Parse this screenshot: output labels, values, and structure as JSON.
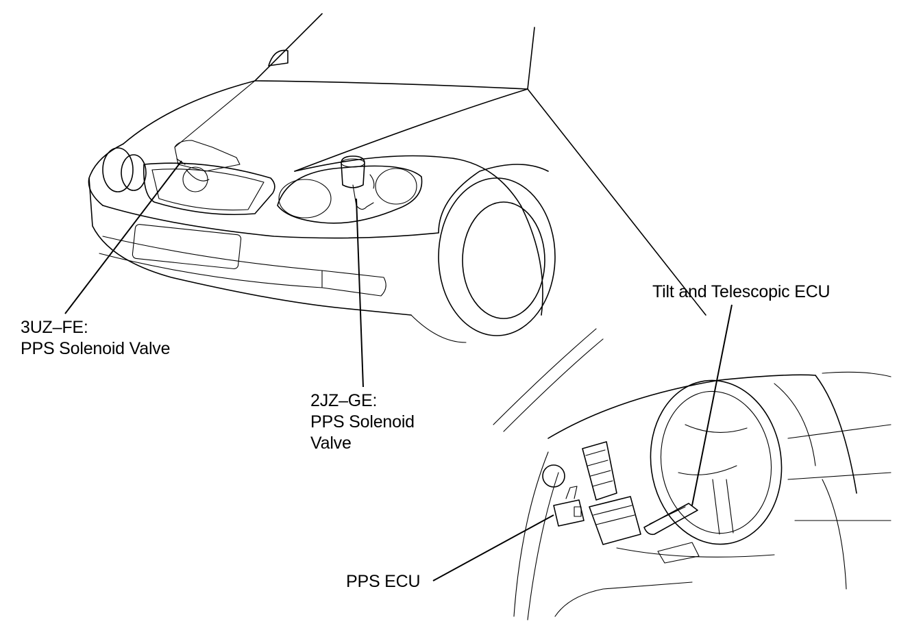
{
  "labels": {
    "sol_3uz_engine": "3UZ–FE:",
    "sol_3uz_part": "PPS Solenoid Valve",
    "sol_2jz_engine": "2JZ–GE:",
    "sol_2jz_part_line1": "PPS Solenoid",
    "sol_2jz_part_line2": "Valve",
    "tilt_ecu": "Tilt and Telescopic ECU",
    "pps_ecu": "PPS ECU"
  }
}
